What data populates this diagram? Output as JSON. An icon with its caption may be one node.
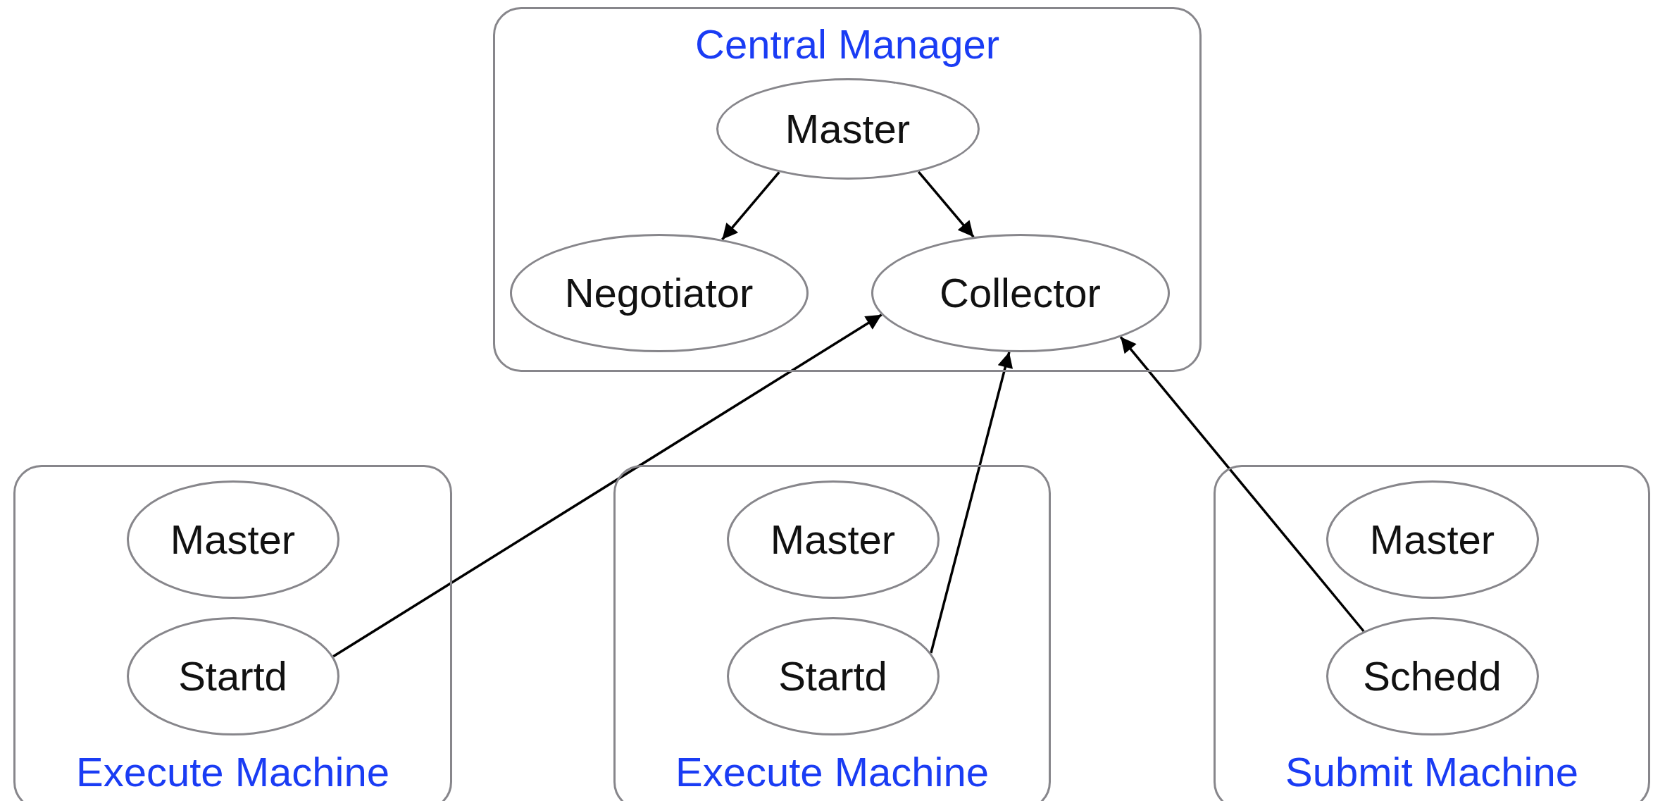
{
  "diagram": {
    "nodes": [
      {
        "text": [
          "Central Manager"
        ]
      },
      {
        "text": [
          "Master"
        ],
        "in": 0
      },
      {
        "text": [
          "Negotiator"
        ],
        "in": 0
      },
      {
        "text": [
          "Collector"
        ],
        "in": 0
      },
      {
        "text": [
          "Execute Machine"
        ]
      },
      {
        "text": [
          "Master"
        ],
        "in": 4
      },
      {
        "text": [
          "Startd"
        ],
        "in": 4
      },
      {
        "text": [
          "Execute Machine"
        ]
      },
      {
        "text": [
          "Master"
        ],
        "in": 7
      },
      {
        "text": [
          "Startd"
        ],
        "in": 7
      },
      {
        "text": [
          "Submit Machine"
        ]
      },
      {
        "text": [
          "Master"
        ],
        "in": 10
      },
      {
        "text": [
          "Schedd"
        ],
        "in": 10
      }
    ],
    "edges": [
      {
        "from": 1,
        "to": 2,
        "arrow": "to"
      },
      {
        "from": 1,
        "to": 3,
        "arrow": "to"
      },
      {
        "from": 6,
        "to": 3,
        "arrow": "to"
      },
      {
        "from": 9,
        "to": 3,
        "arrow": "to"
      },
      {
        "from": 12,
        "to": 3,
        "arrow": "to"
      }
    ]
  }
}
